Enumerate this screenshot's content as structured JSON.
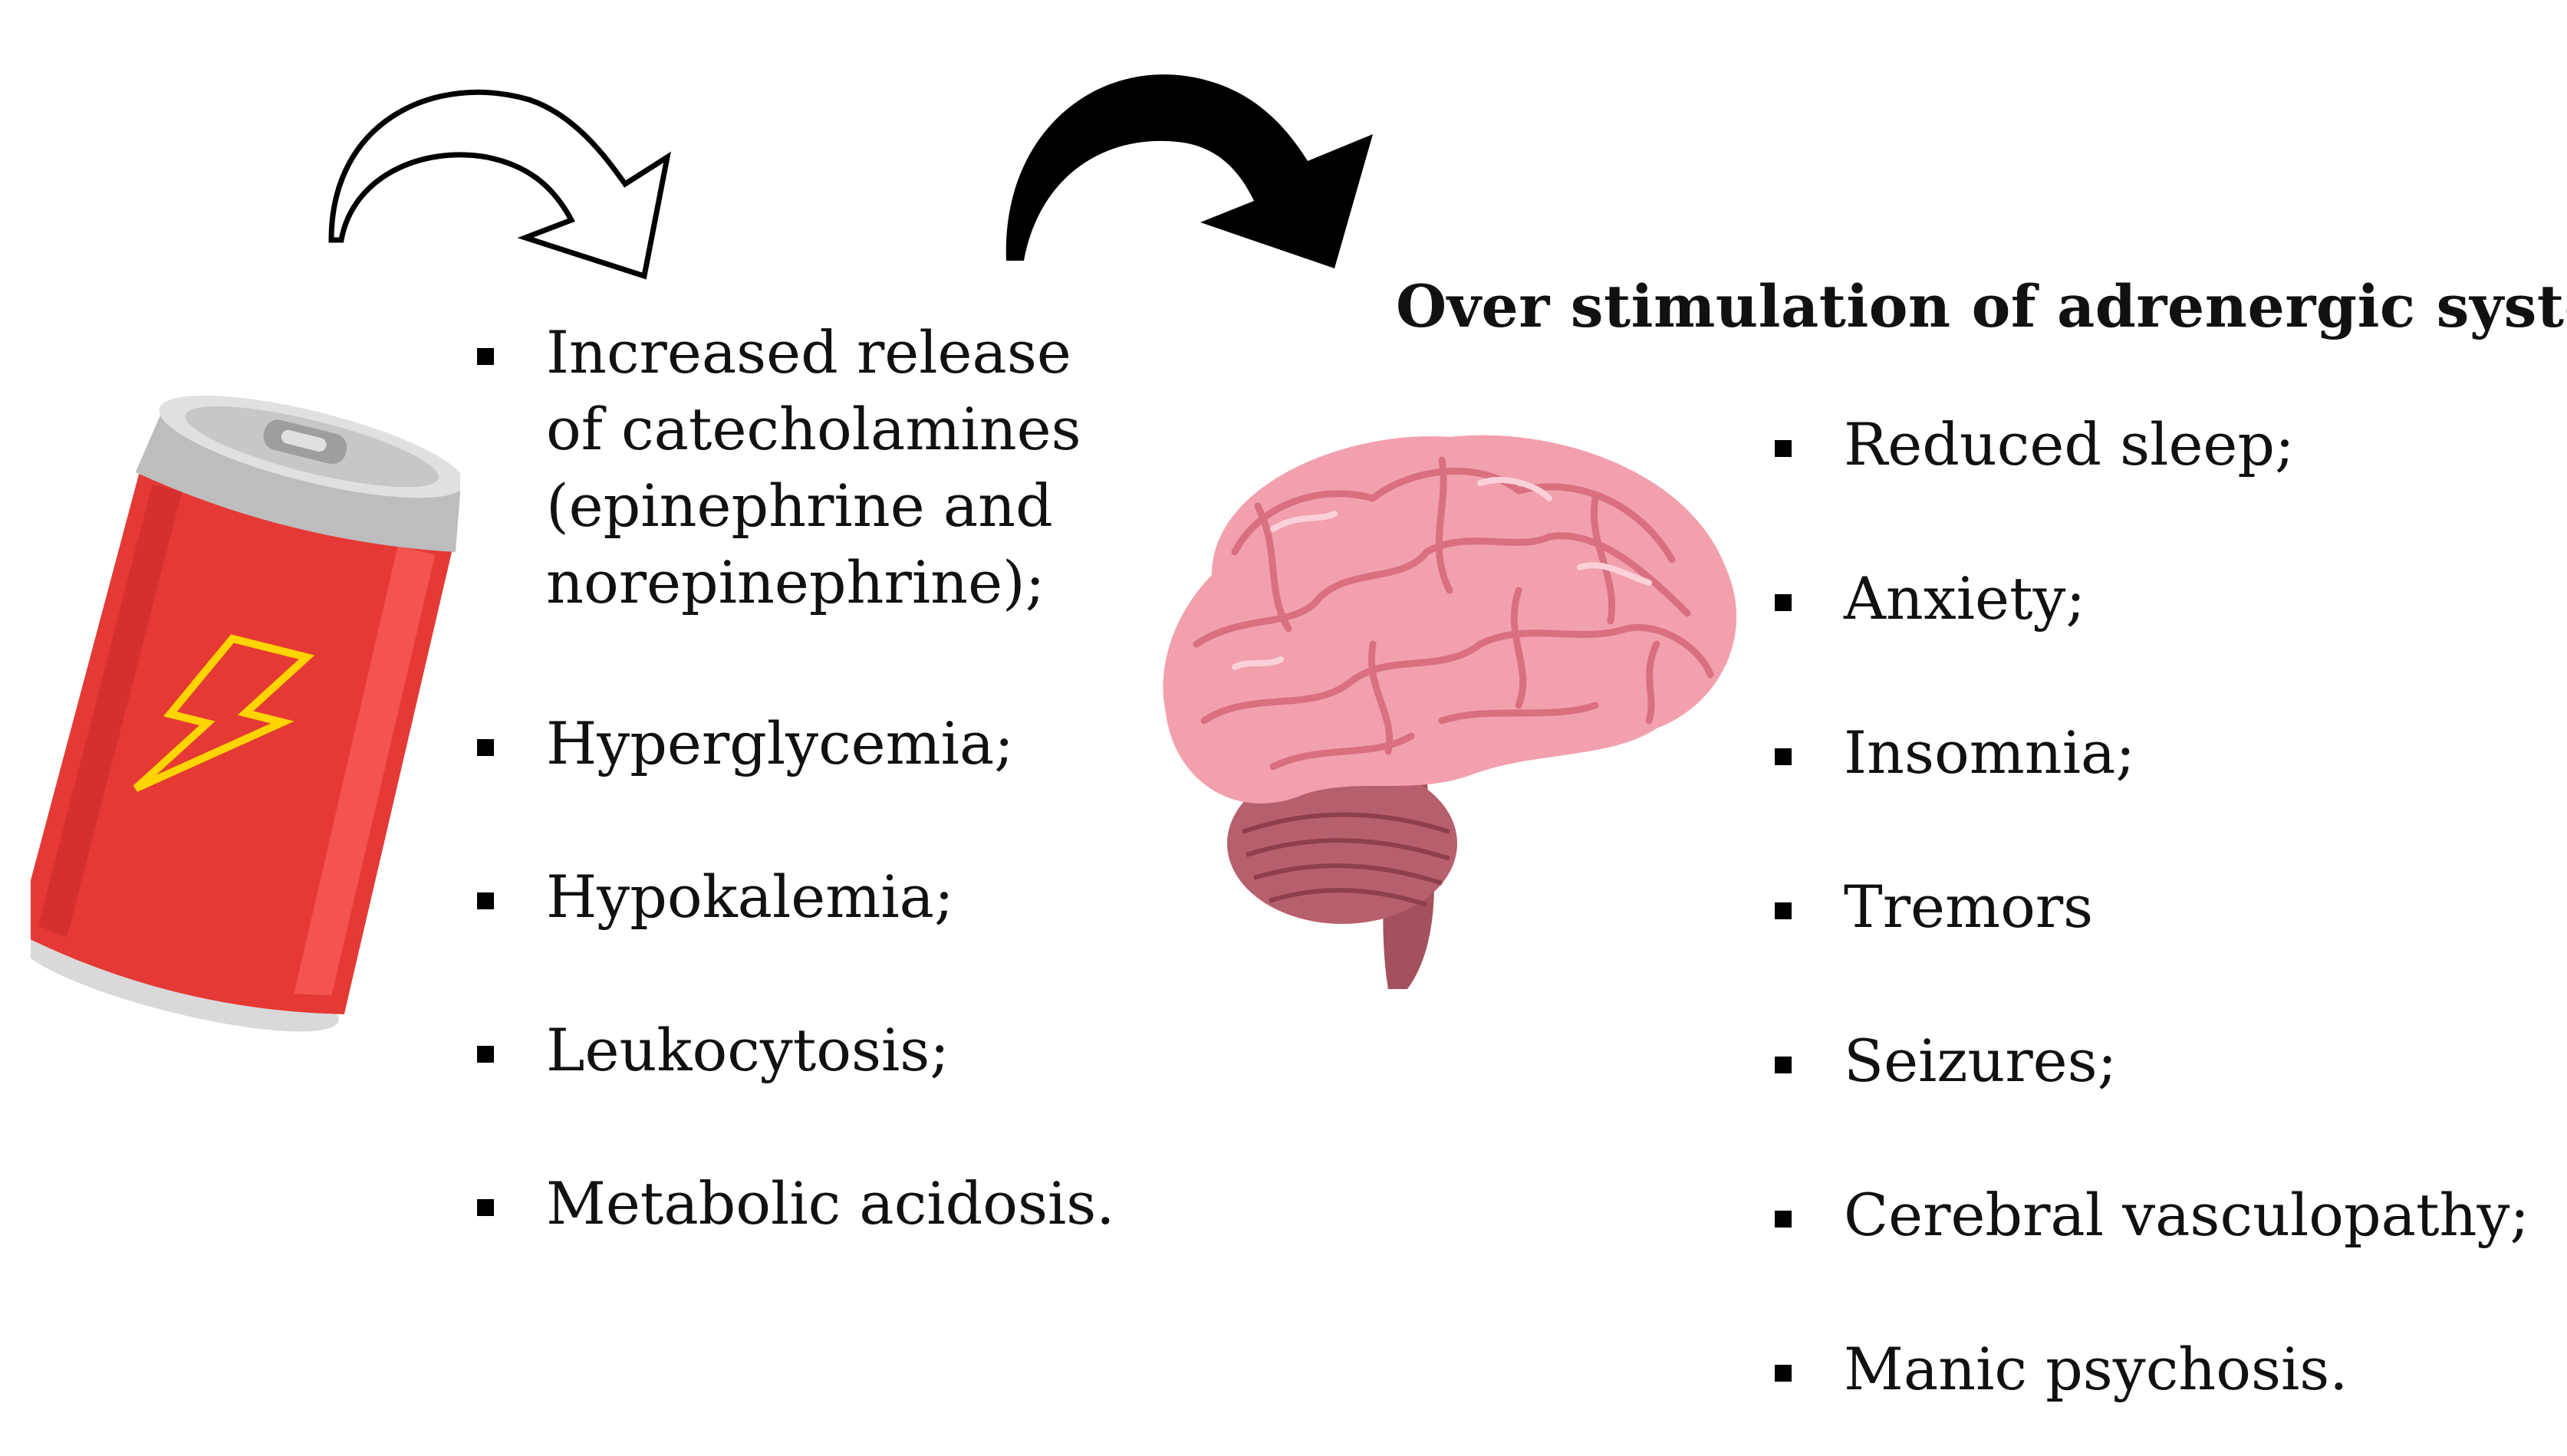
{
  "title": "Over stimulation of adrenergic system",
  "left_effects": [
    "Increased release of catecholamines (epinephrine and norepinephrine);",
    "Hyperglycemia;",
    "Hypokalemia;",
    "Leukocytosis;",
    "Metabolic acidosis."
  ],
  "right_effects": [
    "Reduced sleep;",
    "Anxiety;",
    "Insomnia;",
    "Tremors",
    "Seizures;",
    "Cerebral vasculopathy;",
    "Manic psychosis."
  ],
  "icons": {
    "can": "energy-drink-can-icon",
    "brain": "brain-icon",
    "arrow_outline": "curved-arrow-outline-icon",
    "arrow_solid": "curved-arrow-solid-icon"
  },
  "colors": {
    "can_red": "#e53935",
    "bolt_yellow": "#ffd400",
    "brain_pink": "#f2a0ae",
    "arrow_black": "#000000"
  }
}
